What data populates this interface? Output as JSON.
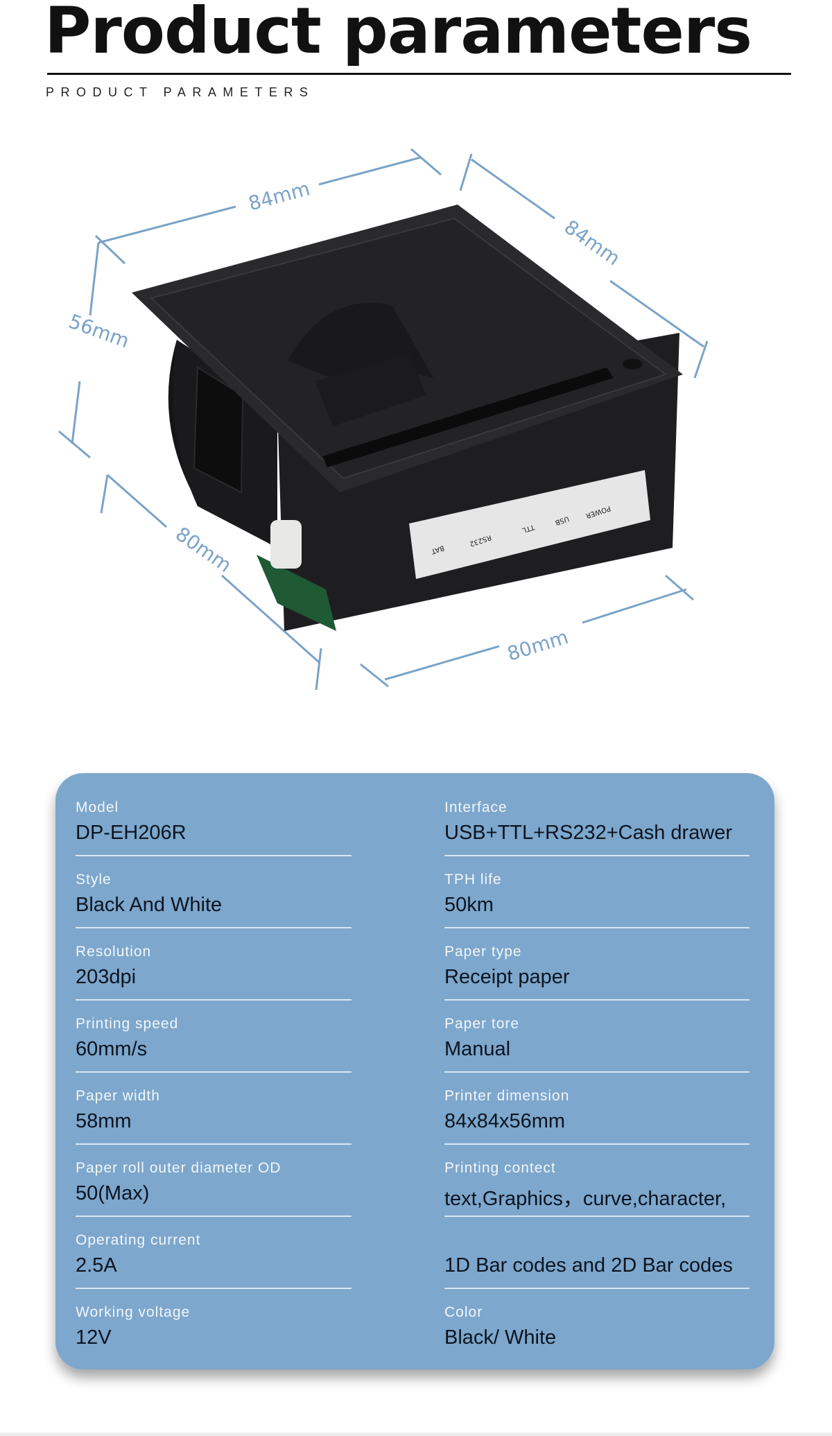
{
  "header": {
    "title": "Product parameters",
    "subtitle": "PRODUCT PARAMETERS"
  },
  "illustration": {
    "dimensions": {
      "top_left_width": "84mm",
      "top_right_depth": "84mm",
      "left_height": "56mm",
      "bottom_left_width": "80mm",
      "bottom_right_depth": "80mm"
    },
    "sticker_labels": [
      "BAT",
      "RS232",
      "TTL",
      "USB",
      "POWER"
    ]
  },
  "colors": {
    "panel": "#7da7cc",
    "dimension_lines": "#7aa3c7",
    "printer_body": "#1c1c1e"
  },
  "specs": {
    "left": [
      {
        "label": "Model",
        "value": "DP-EH206R"
      },
      {
        "label": "Style",
        "value": "Black And White"
      },
      {
        "label": "Resolution",
        "value": "203dpi"
      },
      {
        "label": "Printing speed",
        "value": "60mm/s"
      },
      {
        "label": "Paper width",
        "value": "58mm"
      },
      {
        "label": "Paper roll outer diameter OD",
        "value": "50(Max)"
      },
      {
        "label": "Operating current",
        "value": "2.5A"
      },
      {
        "label": "Working voltage",
        "value": "12V"
      }
    ],
    "right": [
      {
        "label": "Interface",
        "value": "USB+TTL+RS232+Cash drawer"
      },
      {
        "label": "TPH life",
        "value": "50km"
      },
      {
        "label": "Paper type",
        "value": "Receipt paper"
      },
      {
        "label": "Paper tore",
        "value": "Manual"
      },
      {
        "label": "Printer dimension",
        "value": "84x84x56mm"
      },
      {
        "label": "Printing contect",
        "value": "text,Graphics，curve,character,"
      },
      {
        "label": "",
        "value": "1D Bar codes and 2D Bar codes"
      },
      {
        "label": "Color",
        "value": "Black/ White"
      }
    ]
  }
}
